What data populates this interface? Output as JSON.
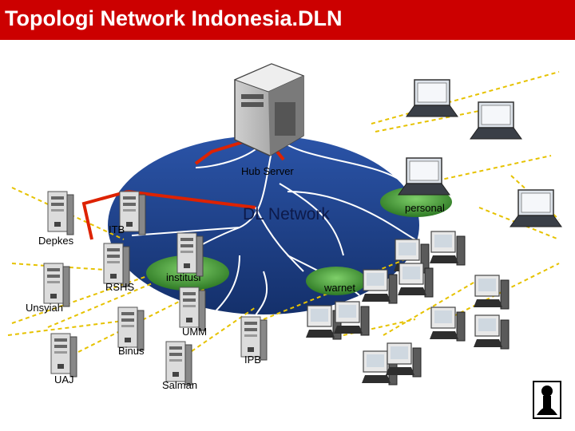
{
  "title": "Topologi Network Indonesia.DLN",
  "colors": {
    "title_bg": "#cc0000",
    "ellipse": "#1f3f86",
    "green": "#4a9a3a",
    "red_link": "#dd2200",
    "dashed": "#e6c200"
  },
  "hub": {
    "label": "Hub Server"
  },
  "network": {
    "label": "DL Network"
  },
  "groups": {
    "personal": "personal",
    "institusi": "institusi",
    "warnet": "warnet"
  },
  "nodes": {
    "itb": "ITB",
    "depkes": "Depkes",
    "rshs": "RSHS",
    "unsyiah": "Unsyiah",
    "umm": "UMM",
    "binus": "Binus",
    "ipb": "IPB",
    "uaj": "UAJ",
    "salman": "Salman"
  }
}
